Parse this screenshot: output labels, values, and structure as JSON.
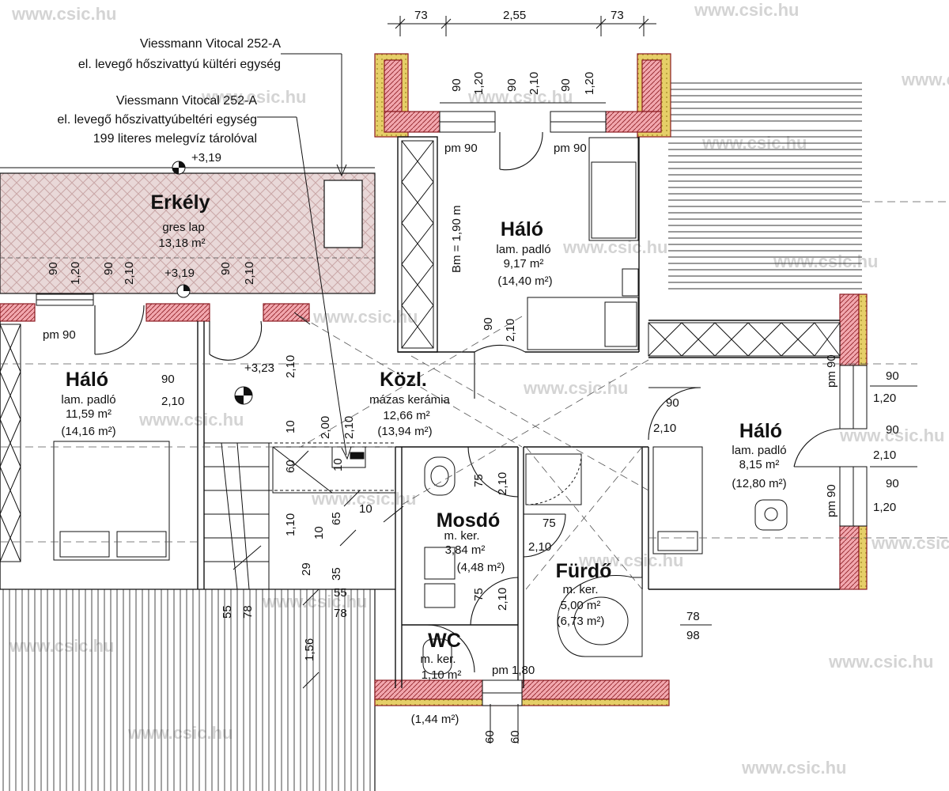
{
  "watermark": "www.csic.hu",
  "colors": {
    "wall_fill": "#f2a7ae",
    "wall_line": "#8b1c22",
    "insulation": "#e6cf68",
    "balcony": "#e9d8d8",
    "line": "#111111",
    "watermark": "#d4d4d4"
  },
  "notes": {
    "outdoor_unit_line1": "Viessmann Vitocal 252-A",
    "outdoor_unit_line2": "el. levegő hőszivattyú kültéri egység",
    "indoor_unit_line1": "Viessmann Vitocal 252-A",
    "indoor_unit_line2": "el. levegő hőszivattyúbeltéri egység",
    "indoor_unit_line3": "199 literes melegvíz tárolóval"
  },
  "rooms": {
    "balcony": {
      "name": "Erkély",
      "floor": "gres lap",
      "area": "13,18 m²"
    },
    "bedroom_top": {
      "name": "Háló",
      "floor": "lam. padló",
      "area": "9,17 m²",
      "area2": "(14,40 m²)"
    },
    "bedroom_left": {
      "name": "Háló",
      "floor": "lam. padló",
      "area": "11,59 m²",
      "area2": "(14,16 m²)"
    },
    "hall": {
      "name": "Közl.",
      "floor": "mázas kerámia",
      "area": "12,66 m²",
      "area2": "(13,94 m²)"
    },
    "bedroom_right": {
      "name": "Háló",
      "floor": "lam. padló",
      "area": "8,15 m²",
      "area2": "(12,80 m²)"
    },
    "washroom": {
      "name": "Mosdó",
      "floor": "m. ker.",
      "area": "3,84 m²",
      "area2": "(4,48 m²)"
    },
    "bathroom": {
      "name": "Fürdő",
      "floor": "m. ker.",
      "area": "5,00 m²",
      "area2": "(6,73 m²)"
    },
    "wc": {
      "name": "WC",
      "floor": "m. ker.",
      "area": "1,10 m²",
      "area2": "(1,44 m²)"
    }
  },
  "levels": {
    "balcony_top": "+3,19",
    "balcony_door": "+3,19",
    "hall": "+3,23"
  },
  "dimensions": {
    "top_left": "73",
    "top_mid": "2,55",
    "top_right": "73",
    "top_win_1": "90",
    "top_win_2": "1,20",
    "top_win_3": "90",
    "top_win_4": "2,10",
    "top_win_5": "90",
    "top_win_6": "1,20",
    "pm_top_1": "pm 90",
    "pm_top_2": "pm 90",
    "bm": "Bm = 1,90 m",
    "bal_1": "90",
    "bal_2": "1,20",
    "bal_3": "90",
    "bal_4": "2,10",
    "bal_5": "90",
    "bal_6": "2,10",
    "pm_left": "pm 90",
    "door_left_90": "90",
    "door_left_210": "2,10",
    "hall_210": "2,10",
    "door_top_90": "90",
    "door_top_210": "2,10",
    "door_right_90": "90",
    "door_right_210": "2,10",
    "right_1": "90",
    "right_2": "1,20",
    "right_3": "90",
    "right_4": "2,10",
    "right_5": "90",
    "right_6": "1,20",
    "pm_right_1": "pm 90",
    "pm_right_2": "pm 90",
    "stair_200": "2,00",
    "stair_210": "2,10",
    "stair_10a": "10",
    "stair_60": "60",
    "stair_10b": "10",
    "stair_10c": "10",
    "stair_110": "1,10",
    "stair_10d": "10",
    "stair_65": "65",
    "stair_29": "29",
    "stair_35": "35",
    "stair_55a": "55",
    "stair_78a": "78",
    "stair_55b": "55",
    "stair_78b": "78",
    "stair_156": "1,56",
    "mos_75": "75",
    "mos_210": "2,10",
    "mos_75b": "75",
    "mos_210b": "2,10",
    "wc_75": "75",
    "wc_210": "2,10",
    "pm_bottom": "pm 1,80",
    "bottom_60a": "60",
    "bottom_60b": "60",
    "right_78": "78",
    "right_98": "98"
  }
}
